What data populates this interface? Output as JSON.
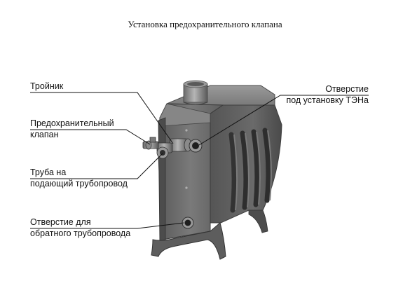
{
  "title": "Установка предохранительного клапана",
  "labels": {
    "tee": "Тройник",
    "valve_line1": "Предохранительный",
    "valve_line2": "клапан",
    "supply_line1": "Труба на",
    "supply_line2": "подающий трубопровод",
    "return_line1": "Отверстие для",
    "return_line2": "обратного трубопровода",
    "heater_line1": "Отверстие",
    "heater_line2": "под установку ТЭНа"
  },
  "colors": {
    "stove_body": "#6e6e6e",
    "stove_dark": "#3c3c3c",
    "stove_light": "#8f8f8f",
    "leader_line": "#111111"
  }
}
